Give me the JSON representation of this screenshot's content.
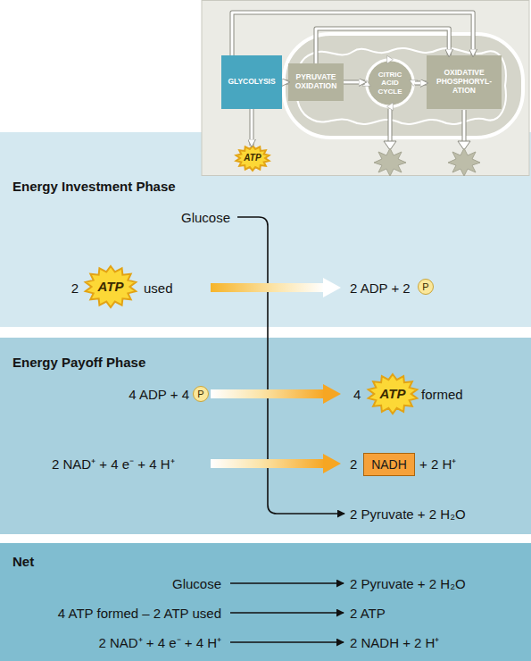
{
  "diagram": {
    "nodes": [
      {
        "text": [
          "GLYCOLYSIS"
        ]
      },
      {
        "text": [
          "PYRUVATE OXIDATION"
        ]
      },
      {
        "text": [
          "CITRIC ACID CYCLE"
        ]
      },
      {
        "text": [
          "OXIDATIVE PHOSPHORYL- ATION"
        ]
      },
      {
        "text": [
          "ATP"
        ]
      },
      {
        "text": [
          "Energy Investment Phase",
          "Glucose",
          "2",
          "used",
          "2 ADP + 2"
        ]
      },
      {
        "text": [
          "ATP"
        ],
        "in": 5
      },
      {
        "text": [
          "P"
        ],
        "in": 5
      },
      {
        "text": [
          "Energy Payoff Phase",
          "4 ADP + 4",
          "4",
          "formed",
          "2 NAD⁺ + 4 e⁻ + 4 H⁺",
          "2",
          "+ 2 H⁺",
          "2 Pyruvate + 2 H₂O"
        ]
      },
      {
        "text": [
          "P"
        ],
        "in": 8
      },
      {
        "text": [
          "ATP"
        ],
        "in": 8
      },
      {
        "text": [
          "NADH"
        ],
        "in": 8
      },
      {
        "text": [
          "Net",
          "Glucose",
          "2 Pyruvate + 2 H₂O",
          "4 ATP formed – 2 ATP used",
          "2 ATP",
          "2 NAD⁺ + 4 e⁻ + 4 H⁺",
          "2 NADH + 2 H⁺"
        ]
      }
    ],
    "edges": [
      {
        "from": 0,
        "to": 1,
        "arrow": "to"
      },
      {
        "from": 1,
        "to": 2,
        "arrow": "to"
      },
      {
        "from": 2,
        "to": 3,
        "arrow": "to"
      },
      {
        "from": 0,
        "to": 4,
        "arrow": "to"
      },
      {
        "from": 0,
        "to": 3,
        "arrow": "to"
      },
      {
        "from": 1,
        "to": 3,
        "arrow": "to"
      }
    ]
  }
}
